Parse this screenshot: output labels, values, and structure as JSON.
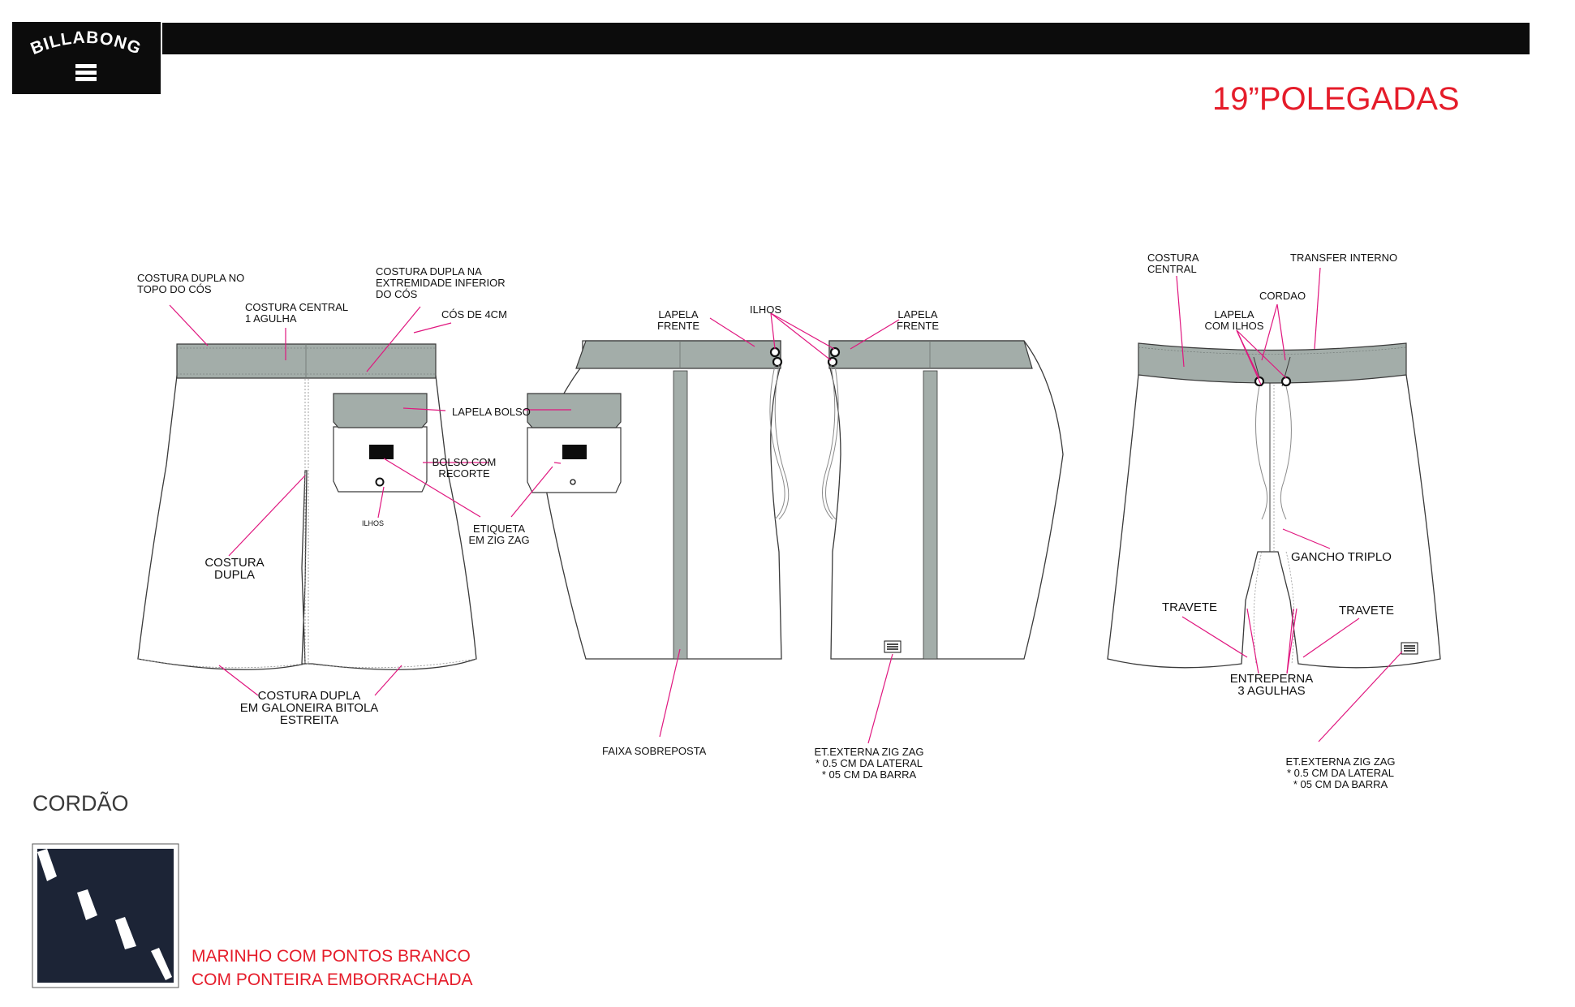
{
  "brand": {
    "logo_text": "BILLABONG"
  },
  "header": {
    "length_title": "19”POLEGADAS"
  },
  "colors": {
    "waistband_gray": "#a3ada9",
    "callout_pink": "#e0177f",
    "title_red": "#e51c2a",
    "navy": "#1c2436",
    "black": "#0c0c0c"
  },
  "annotations": {
    "back": {
      "costura_dupla_topo": "COSTURA DUPLA NO\nTOPO DO CÓS",
      "costura_central_agulha": "COSTURA CENTRAL\n1 AGULHA",
      "costura_dupla_extremidade": "COSTURA DUPLA NA\nEXTREMIDADE INFERIOR\nDO CÓS",
      "cos_4cm": "CÓS DE 4CM",
      "lapela_bolso": "LAPELA BOLSO",
      "bolso_recorte": "BOLSO COM\nRECORTE",
      "ilhos": "ILHOS",
      "etiqueta_zigzag": "ETIQUETA\nEM ZIG ZAG",
      "costura_dupla": "COSTURA\nDUPLA",
      "costura_galoneira": "COSTURA DUPLA\nEM GALONEIRA BITOLA\nESTREITA"
    },
    "side": {
      "lapela_frente_left": "LAPELA\nFRENTE",
      "ilhos": "ILHOS",
      "lapela_frente_right": "LAPELA\nFRENTE",
      "faixa_sobreposta": "FAIXA SOBREPOSTA",
      "et_externa": "ET.EXTERNA ZIG ZAG\n* 0.5 CM DA LATERAL\n* 05 CM DA BARRA"
    },
    "front": {
      "costura_central": "COSTURA\nCENTRAL",
      "transfer_interno": "TRANSFER INTERNO",
      "cordao": "CORDAO",
      "lapela_ilhos": "LAPELA\nCOM ILHOS",
      "gancho_triplo": "GANCHO TRIPLO",
      "travete_left": "TRAVETE",
      "travete_right": "TRAVETE",
      "entreperna": "ENTREPERNA\n3 AGULHAS",
      "et_externa": "ET.EXTERNA ZIG ZAG\n* 0.5 CM DA LATERAL\n* 05 CM DA BARRA"
    }
  },
  "cord": {
    "title": "CORDÃO",
    "description_line1": "MARINHO COM PONTOS BRANCO",
    "description_line2": "COM PONTEIRA EMBORRACHADA"
  }
}
